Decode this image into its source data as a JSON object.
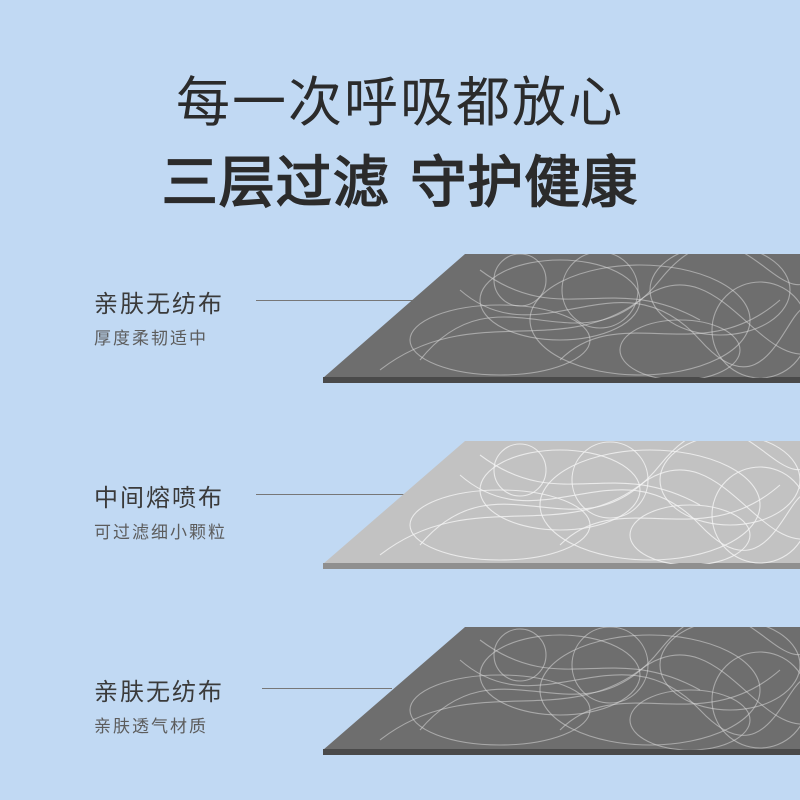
{
  "headline": {
    "line1": "每一次呼吸都放心",
    "line2": "三层过滤  守护健康"
  },
  "layers": [
    {
      "title": "亲肤无纺布",
      "subtitle": "厚度柔韧适中",
      "color": "#6e6e6e"
    },
    {
      "title": "中间熔喷布",
      "subtitle": "可过滤细小颗粒",
      "color": "#c2c2c2"
    },
    {
      "title": "亲肤无纺布",
      "subtitle": "亲肤透气材质",
      "color": "#6e6e6e"
    }
  ],
  "colors": {
    "background": "#c1d9f3",
    "text_primary": "#2b2b2b"
  }
}
